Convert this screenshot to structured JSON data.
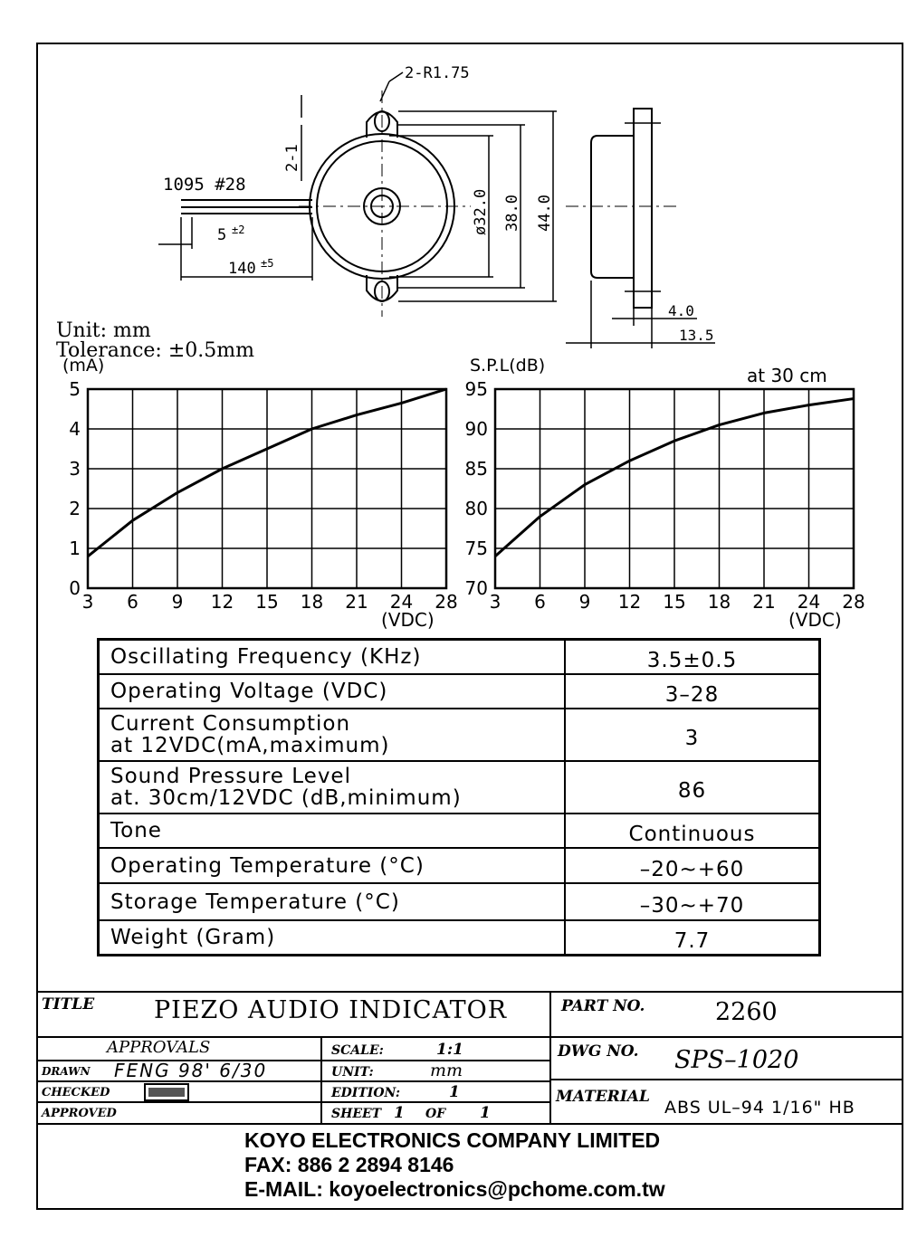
{
  "drawing": {
    "dim_r": "2-R1.75",
    "dim_2_1": "2-1",
    "wire_label": "1095  #28",
    "dim_5": "5",
    "dim_5_tol": "±2",
    "dim_140": "140",
    "dim_140_tol": "±5",
    "dim_d32": "ø32.0",
    "dim_38": "38.0",
    "dim_44": "44.0",
    "dim_4": "4.0",
    "dim_13_5": "13.5",
    "unit_note": "Unit: mm",
    "tolerance_note": "Tolerance: ±0.5mm"
  },
  "chart_data": [
    {
      "type": "line",
      "ylabel": "(mA)",
      "xlabel": "(VDC)",
      "x_ticks": [
        "3",
        "6",
        "9",
        "12",
        "15",
        "18",
        "21",
        "24",
        "28"
      ],
      "y_ticks": [
        "0",
        "1",
        "2",
        "3",
        "4",
        "5"
      ],
      "ylim": [
        0,
        5
      ],
      "grid": true,
      "series": [
        {
          "x": [
            3,
            6,
            9,
            12,
            15,
            18,
            21,
            24,
            28
          ],
          "y": [
            0.8,
            1.7,
            2.4,
            3.0,
            3.5,
            4.0,
            4.35,
            4.65,
            5.0
          ]
        }
      ]
    },
    {
      "type": "line",
      "ylabel": "S.P.L(dB)",
      "xlabel": "(VDC)",
      "annotation": "at 30 cm",
      "x_ticks": [
        "3",
        "6",
        "9",
        "12",
        "15",
        "18",
        "21",
        "24",
        "28"
      ],
      "y_ticks": [
        "70",
        "75",
        "80",
        "85",
        "90",
        "95"
      ],
      "ylim": [
        70,
        95
      ],
      "grid": true,
      "series": [
        {
          "x": [
            3,
            6,
            9,
            12,
            15,
            18,
            21,
            24,
            28
          ],
          "y": [
            74,
            79,
            83,
            86,
            88.5,
            90.5,
            92,
            93,
            93.8
          ]
        }
      ]
    }
  ],
  "specs": [
    {
      "label": "Oscillating Frequency (KHz)",
      "value": "3.5±0.5"
    },
    {
      "label": "Operating Voltage (VDC)",
      "value": "3–28"
    },
    {
      "label": "Current Consumption",
      "label2": "at 12VDC(mA,maximum)",
      "value": "3"
    },
    {
      "label": "Sound Pressure Level",
      "label2": "at. 30cm/12VDC (dB,minimum)",
      "value": "86"
    },
    {
      "label": "Tone",
      "value": "Continuous"
    },
    {
      "label": "Operating Temperature (°C)",
      "value": "–20~+60"
    },
    {
      "label": "Storage Temperature (°C)",
      "value": "–30~+70"
    },
    {
      "label": "Weight (Gram)",
      "value": "7.7"
    }
  ],
  "title_block": {
    "title_label": "TITLE",
    "title": "PIEZO AUDIO INDICATOR",
    "part_no_label": "PART NO.",
    "part_no": "2260",
    "approvals": "APPROVALS",
    "scale_label": "SCALE:",
    "scale": "1:1",
    "dwg_no_label": "DWG  NO.",
    "dwg_no": "SPS–1020",
    "drawn_label": "DRAWN",
    "drawn": "FENG  98' 6/30",
    "unit_label": "UNIT:",
    "unit": "mm",
    "checked_label": "CHECKED",
    "edition_label": "EDITION:",
    "edition": "1",
    "material_label": "MATERIAL",
    "material": "ABS UL–94 1/16\" HB",
    "approved_label": "APPROVED",
    "sheet_label": "SHEET",
    "sheet": "1",
    "of_label": "OF",
    "of": "1"
  },
  "footer": {
    "company": "KOYO ELECTRONICS COMPANY LIMITED",
    "fax": "FAX: 886 2 2894 8146",
    "email": "E-MAIL: koyoelectronics@pchome.com.tw"
  }
}
